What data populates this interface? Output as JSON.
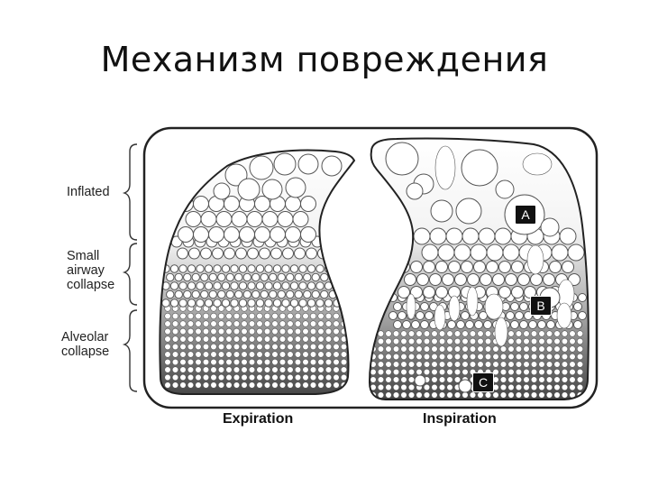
{
  "slide": {
    "title": "Механизм повреждения"
  },
  "legend": {
    "inflated": "Inflated",
    "small_airway_collapse": "Small\nairway\ncollapse",
    "alveolar_collapse": "Alveolar\ncollapse"
  },
  "panels": {
    "expiration": "Expiration",
    "inspiration": "Inspiration"
  },
  "markers": {
    "a": "A",
    "b": "B",
    "c": "C"
  },
  "colors": {
    "frame": "#222222",
    "alveolus_fill": "#ffffff",
    "gradient_top": "#ffffff",
    "gradient_bottom": "#4a4a4a"
  }
}
